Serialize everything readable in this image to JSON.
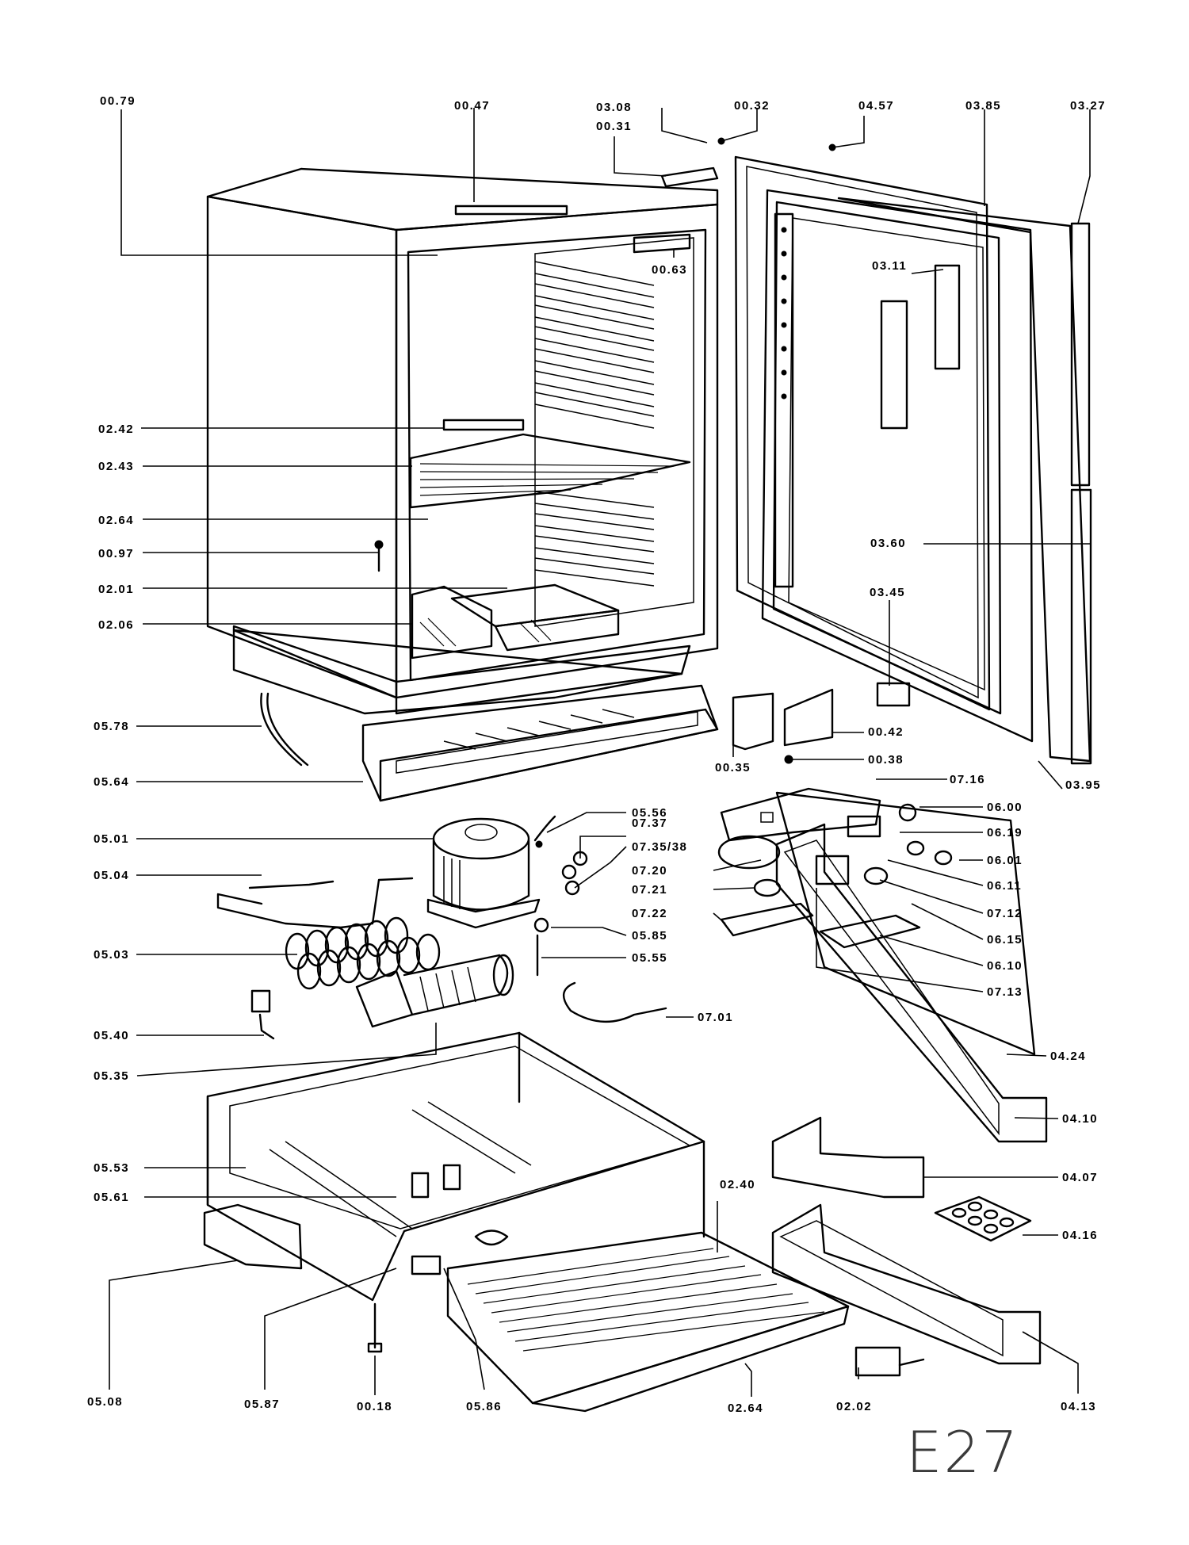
{
  "sheet_code": "E27",
  "callouts": {
    "c0079": "00.79",
    "c0047": "00.47",
    "c0308": "03.08",
    "c0031": "00.31",
    "c0032": "00.32",
    "c0457": "04.57",
    "c0385": "03.85",
    "c0327": "03.27",
    "c0063": "00.63",
    "c0311": "03.11",
    "c0242": "02.42",
    "c0243": "02.43",
    "c0264": "02.64",
    "c0097": "00.97",
    "c0201": "02.01",
    "c0206": "02.06",
    "c0360": "03.60",
    "c0345": "03.45",
    "c0578": "05.78",
    "c0042": "00.42",
    "c0035": "00.35",
    "c0038": "00.38",
    "c0395": "03.95",
    "c0564": "05.64",
    "c0716": "07.16",
    "c0556": "05.56",
    "c0600": "06.00",
    "c0737": "07.37",
    "c0501": "05.01",
    "c0619": "06.19",
    "c07353": "07.35/38",
    "c0601": "06.01",
    "c0720": "07.20",
    "c0504": "05.04",
    "c0611": "06.11",
    "c0721": "07.21",
    "c0712": "07.12",
    "c0722": "07.22",
    "c0615": "06.15",
    "c0585": "05.85",
    "c0503": "05.03",
    "c0555": "05.55",
    "c0610": "06.10",
    "c0713": "07.13",
    "c0701": "07.01",
    "c0540": "05.40",
    "c0424": "04.24",
    "c0535": "05.35",
    "c0410": "04.10",
    "c0553": "05.53",
    "c0407": "04.07",
    "c0240": "02.40",
    "c0561": "05.61",
    "c0416": "04.16",
    "c0508": "05.08",
    "c0587": "05.87",
    "c0018": "00.18",
    "c0586": "05.86",
    "c0264b": "02.64",
    "c0202": "02.02",
    "c0413": "04.13"
  }
}
